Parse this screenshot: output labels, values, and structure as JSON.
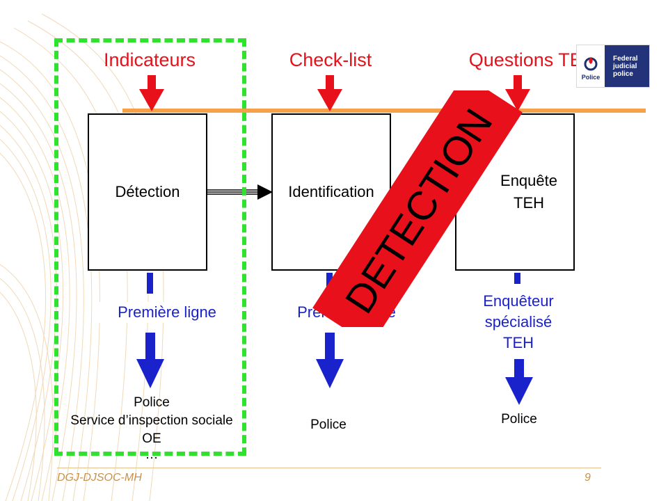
{
  "top_labels": [
    "Indicateurs",
    "Check-list",
    "Questions TEH"
  ],
  "boxes": [
    "Détection",
    "Identification",
    "Enquête\nTEH"
  ],
  "roles": [
    "Première ligne",
    "Première ligne",
    "Enquêteur\nspécialisé\nTEH"
  ],
  "actors": {
    "col1": [
      "Police",
      "Service d’inspection sociale",
      "OE",
      "…"
    ],
    "col2": [
      "Police"
    ],
    "col3": [
      "Police"
    ]
  },
  "stamp": "DETECTION",
  "logo": {
    "left": "Police",
    "right": [
      "Federal",
      "judicial",
      "police"
    ]
  },
  "footer": {
    "left": "DGJ-DJSOC-MH",
    "page": "9"
  },
  "colors": {
    "red": "#e8101a",
    "blue": "#1a22cc",
    "orange": "#f7a04a",
    "green": "#2ee22e",
    "footer": "#c8914a"
  }
}
